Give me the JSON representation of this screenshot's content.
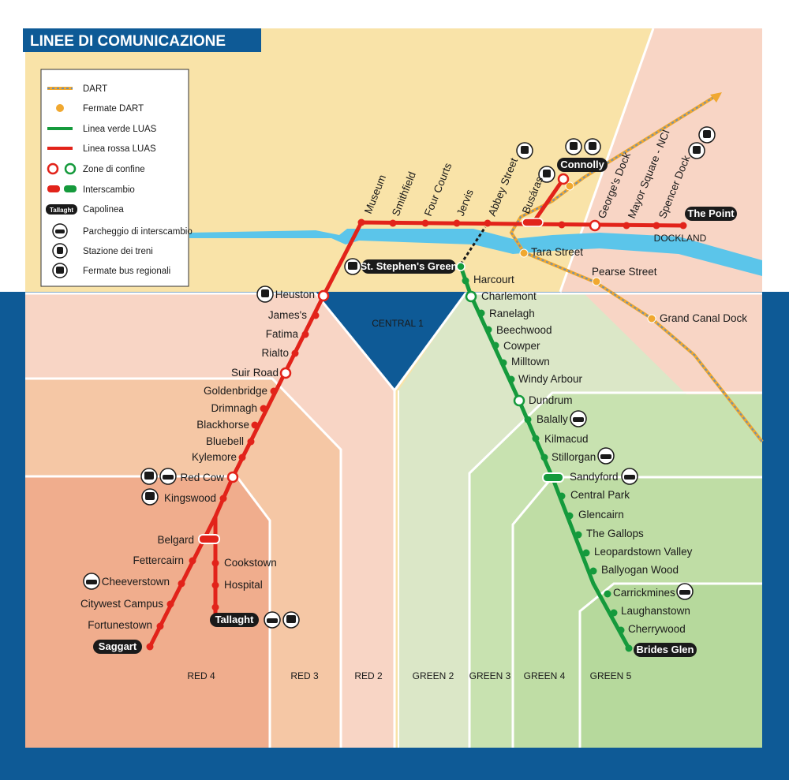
{
  "title": "LINEE DI COMUNICAZIONE",
  "legend": {
    "dart": "DART",
    "dart_stops": "Fermate DART",
    "green_line": "Linea verde LUAS",
    "red_line": "Linea rossa LUAS",
    "border_zones": "Zone di confine",
    "interchange": "Interscambio",
    "terminus_sample": "Tallaght",
    "terminus": "Capolinea",
    "park_ride": "Parcheggio di interscambio",
    "train_station": "Stazione dei treni",
    "regional_bus": "Fermate bus regionali"
  },
  "zones": {
    "central1": "CENTRAL 1",
    "dockland": "DOCKLAND",
    "red4": "RED 4",
    "red3": "RED 3",
    "red2": "RED 2",
    "green2": "GREEN 2",
    "green3": "GREEN 3",
    "green4": "GREEN 4",
    "green5": "GREEN 5"
  },
  "stations": {
    "museum": "Museum",
    "smithfield": "Smithfield",
    "four_courts": "Four Courts",
    "jervis": "Jervis",
    "abbey_street": "Abbey Street",
    "busaras": "Busáras",
    "connolly": "Connolly",
    "georges_dock": "George's Dock",
    "mayor_square": "Mayor Square - NCI",
    "spencer_dock": "Spencer Dock",
    "the_point": "The Point",
    "tara_street": "Tara Street",
    "pearse_street": "Pearse Street",
    "grand_canal_dock": "Grand Canal Dock",
    "st_stephens_green": "St. Stephen's Green",
    "harcourt": "Harcourt",
    "charlemont": "Charlemont",
    "ranelagh": "Ranelagh",
    "beechwood": "Beechwood",
    "cowper": "Cowper",
    "milltown": "Milltown",
    "windy_arbour": "Windy Arbour",
    "dundrum": "Dundrum",
    "balally": "Balally",
    "kilmacud": "Kilmacud",
    "stillorgan": "Stillorgan",
    "sandyford": "Sandyford",
    "central_park": "Central Park",
    "glencairn": "Glencairn",
    "the_gallops": "The Gallops",
    "leopardstown_valley": "Leopardstown Valley",
    "ballyogan_wood": "Ballyogan Wood",
    "carrickmines": "Carrickmines",
    "laughanstown": "Laughanstown",
    "cherrywood": "Cherrywood",
    "brides_glen": "Brides Glen",
    "heuston": "Heuston",
    "james": "James's",
    "fatima": "Fatima",
    "rialto": "Rialto",
    "suir_road": "Suir Road",
    "goldenbridge": "Goldenbridge",
    "drimnagh": "Drimnagh",
    "blackhorse": "Blackhorse",
    "bluebell": "Bluebell",
    "kylemore": "Kylemore",
    "red_cow": "Red Cow",
    "kingswood": "Kingswood",
    "belgard": "Belgard",
    "fettercairn": "Fettercairn",
    "cheeverstown": "Cheeverstown",
    "citywest_campus": "Citywest Campus",
    "fortunestown": "Fortunestown",
    "saggart": "Saggart",
    "cookstown": "Cookstown",
    "hospital": "Hospital",
    "tallaght": "Tallaght"
  },
  "colors": {
    "red_line": "#e2231a",
    "green_line": "#159a3c",
    "dart_line": "#f0a830",
    "dart_line_dash": "#6d8fb0",
    "river": "#5bc5ea",
    "navy_band": "#0e5a96",
    "zone_central": "#f9e3a8",
    "zone_dockland": "#f8d5c5"
  }
}
